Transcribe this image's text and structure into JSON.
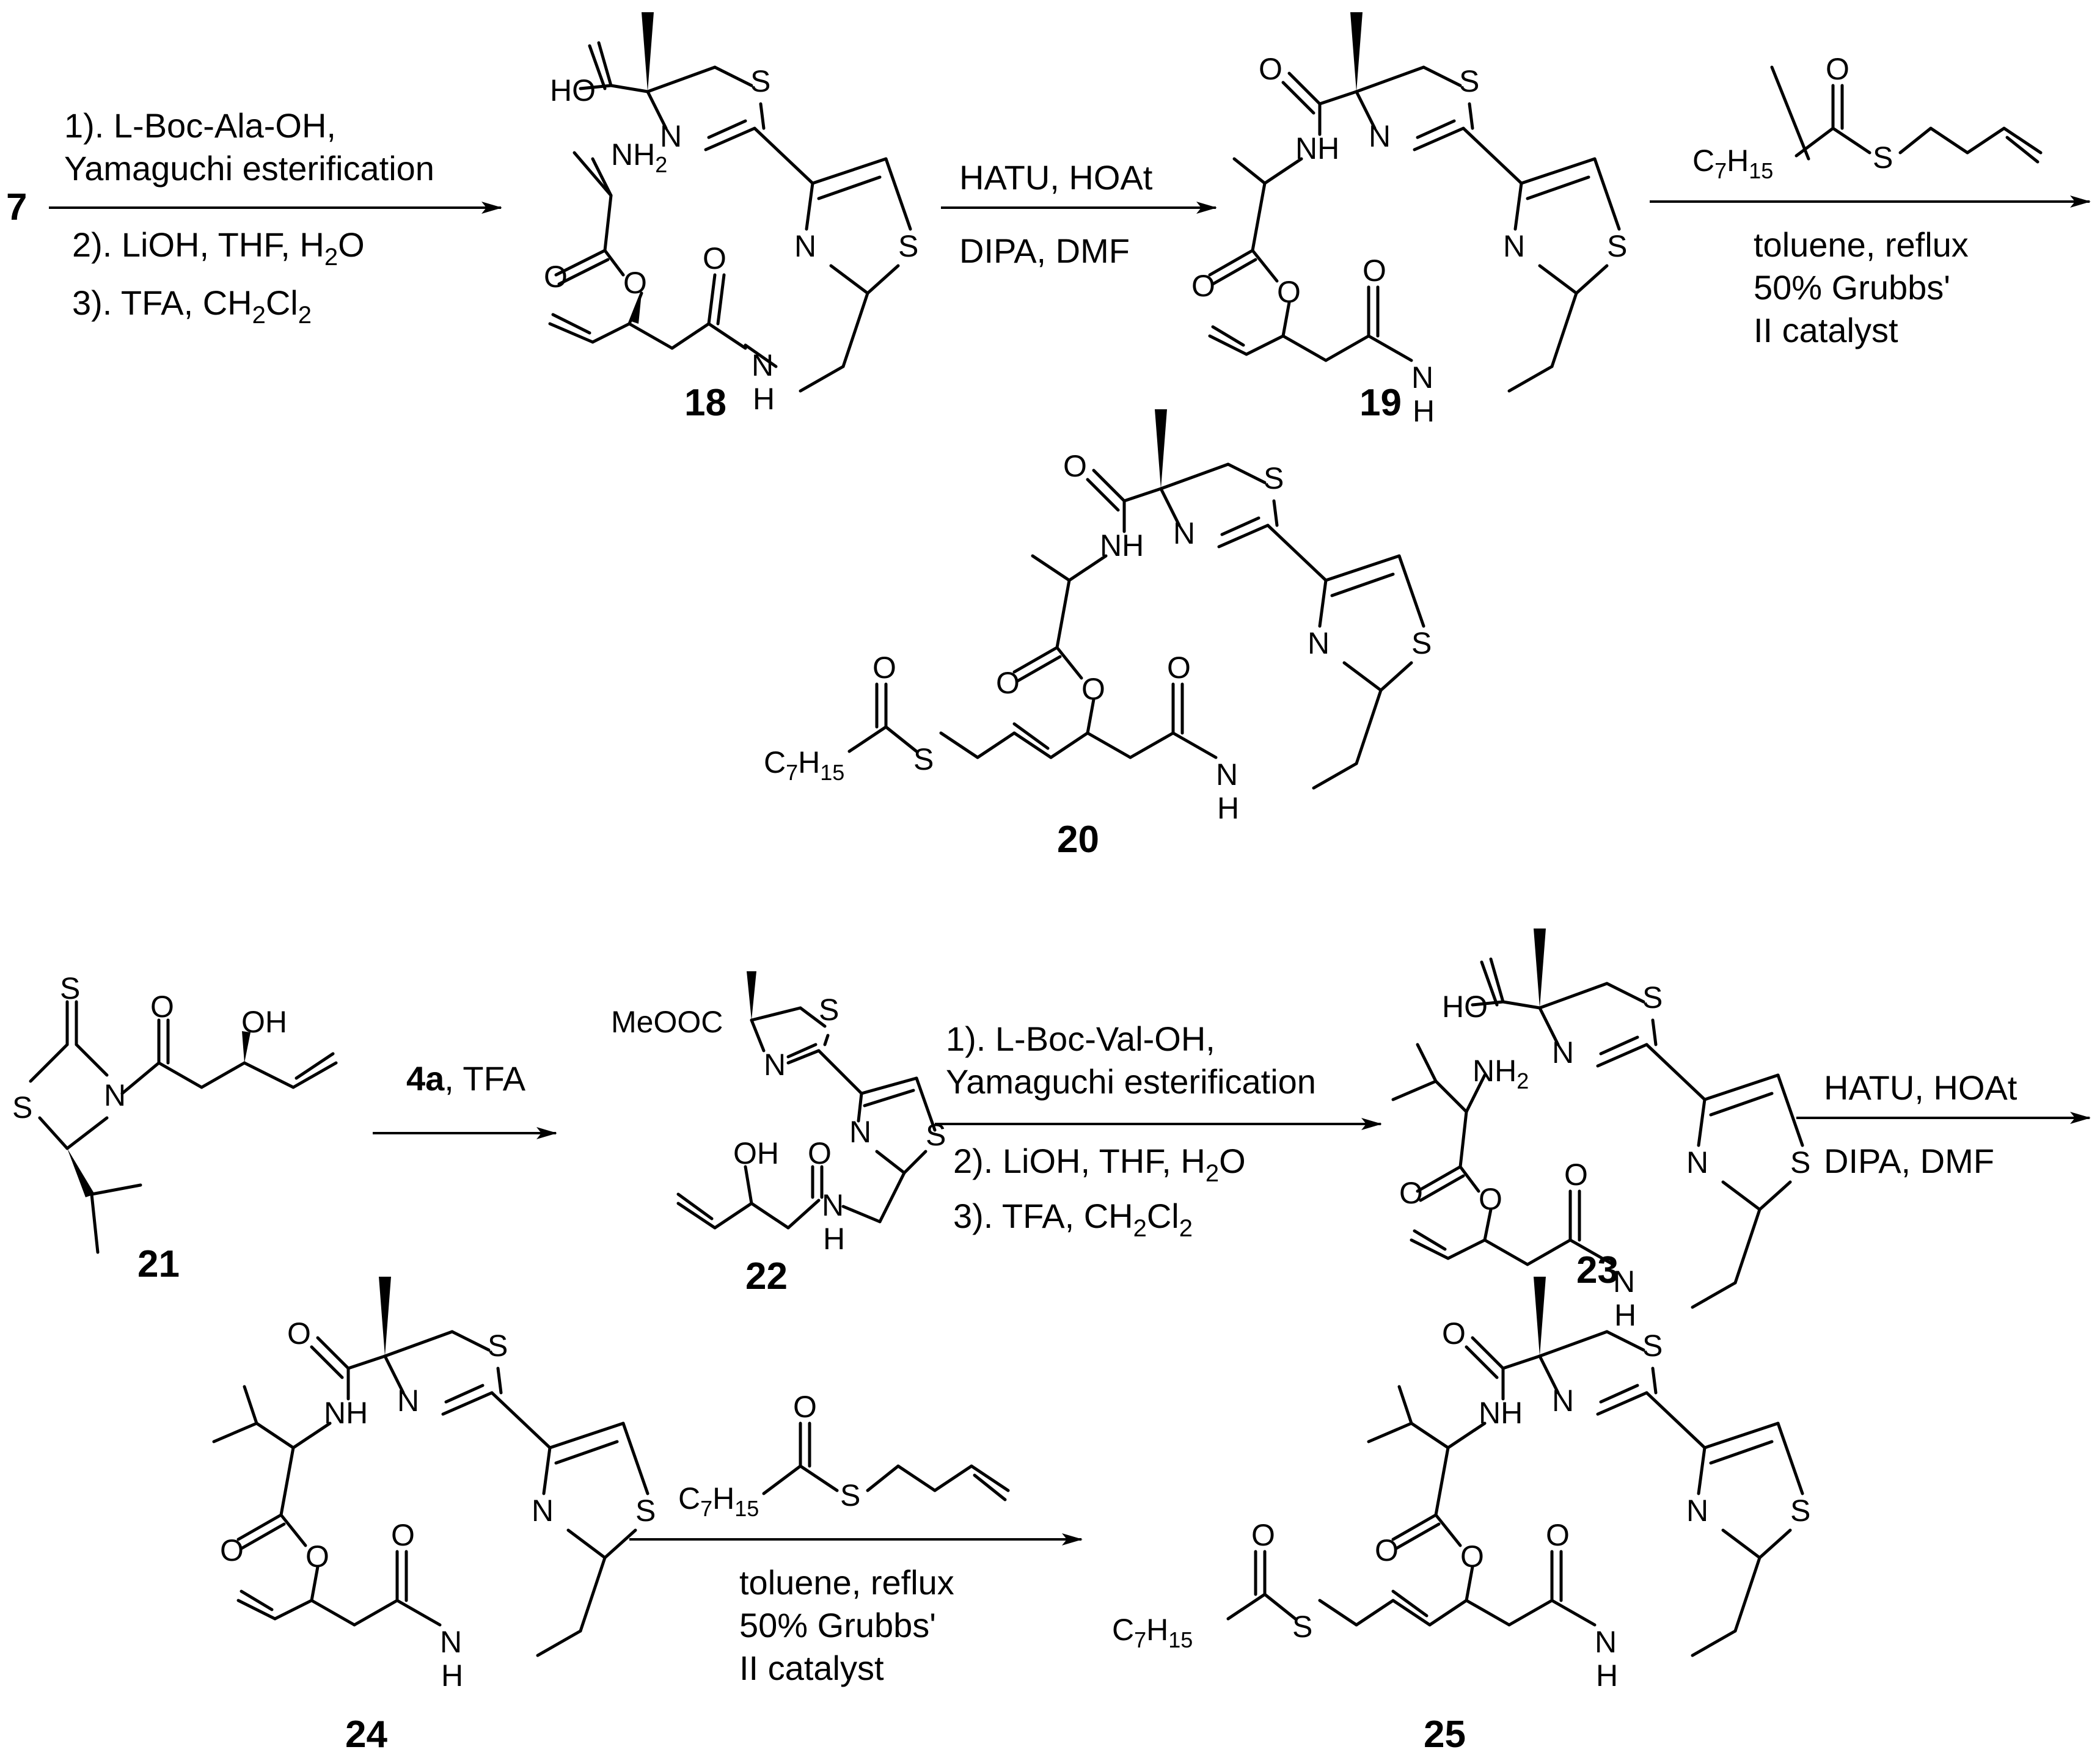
{
  "step1": {
    "reactant": "7",
    "cond_above": [
      "1). L-Boc-Ala-OH,",
      "Yamaguchi esterification"
    ],
    "cond_below": [
      "2). LiOH, THF, H",
      "2",
      "O",
      "3). TFA, CH",
      "2",
      "Cl",
      "2"
    ]
  },
  "step2": {
    "cond_above": "HATU, HOAt",
    "cond_below": "DIPA, DMF"
  },
  "step3": {
    "reagent_prefix": "C",
    "reagent_sub1": "7",
    "reagent_mid": "H",
    "reagent_sub2": "15",
    "cond_below": [
      "toluene, reflux",
      "50% Grubbs'",
      "II catalyst"
    ]
  },
  "step4": {
    "cond_above": "4a",
    "cond_above_rest": ", TFA"
  },
  "step5": {
    "cond_above": [
      "1). L-Boc-Val-OH,",
      "Yamaguchi esterification"
    ],
    "cond_below": [
      "2). LiOH, THF, H",
      "2",
      "O",
      "3). TFA, CH",
      "2",
      "Cl",
      "2"
    ]
  },
  "step6": {
    "cond_above": "HATU, HOAt",
    "cond_below": "DIPA, DMF"
  },
  "step7": {
    "cond_below": [
      "toluene, reflux",
      "50% Grubbs'",
      "II catalyst"
    ]
  },
  "compounds": [
    "18",
    "19",
    "20",
    "21",
    "22",
    "23",
    "24",
    "25"
  ],
  "atoms": {
    "S": "S",
    "N": "N",
    "O": "O",
    "NH": "NH",
    "H": "H",
    "HO": "HO",
    "NH2": "NH",
    "sub2": "2",
    "OH": "OH",
    "MeOOC": "MeOOC",
    "C7": "C",
    "sub7": "7",
    "H15": "H",
    "sub15": "15"
  }
}
